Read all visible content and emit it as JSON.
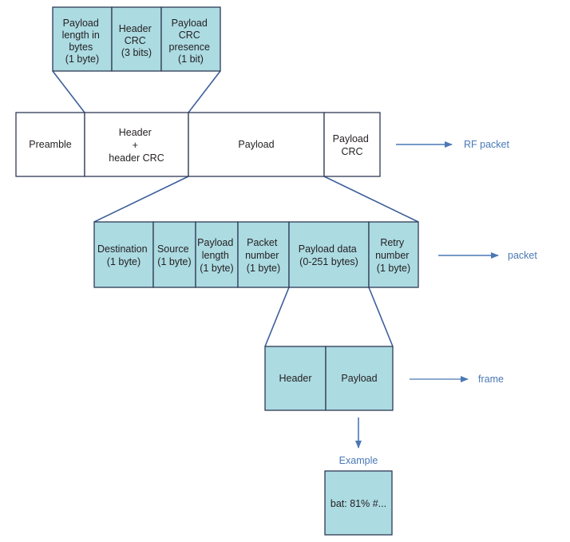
{
  "colors": {
    "fill": "#acdbe2",
    "stroke": "#2e3a55",
    "connector": "#3d5f9b",
    "arrow": "#4a78b5",
    "label": "#4a78b5"
  },
  "header_detail": {
    "cells": [
      {
        "lines": [
          "Payload",
          "length in",
          "bytes",
          "(1 byte)"
        ]
      },
      {
        "lines": [
          "Header",
          "CRC",
          "(3 bits)"
        ]
      },
      {
        "lines": [
          "Payload",
          "CRC",
          "presence",
          "(1 bit)"
        ]
      }
    ]
  },
  "rf_packet": {
    "cells": [
      {
        "lines": [
          "Preamble"
        ]
      },
      {
        "lines": [
          "Header",
          "+",
          "header CRC"
        ]
      },
      {
        "lines": [
          "Payload"
        ]
      },
      {
        "lines": [
          "Payload",
          "CRC"
        ]
      }
    ],
    "arrow_label": "RF packet"
  },
  "packet": {
    "cells": [
      {
        "lines": [
          "Destination",
          "(1 byte)"
        ]
      },
      {
        "lines": [
          "Source",
          "(1 byte)"
        ]
      },
      {
        "lines": [
          "Payload",
          "length",
          "(1 byte)"
        ]
      },
      {
        "lines": [
          "Packet",
          "number",
          "(1 byte)"
        ]
      },
      {
        "lines": [
          "Payload data",
          "(0-251 bytes)"
        ]
      },
      {
        "lines": [
          "Retry",
          "number",
          "(1 byte)"
        ]
      }
    ],
    "arrow_label": "packet"
  },
  "frame": {
    "cells": [
      {
        "lines": [
          "Header"
        ]
      },
      {
        "lines": [
          "Payload"
        ]
      }
    ],
    "arrow_label": "frame"
  },
  "example": {
    "label": "Example",
    "content": "bat: 81% #..."
  }
}
